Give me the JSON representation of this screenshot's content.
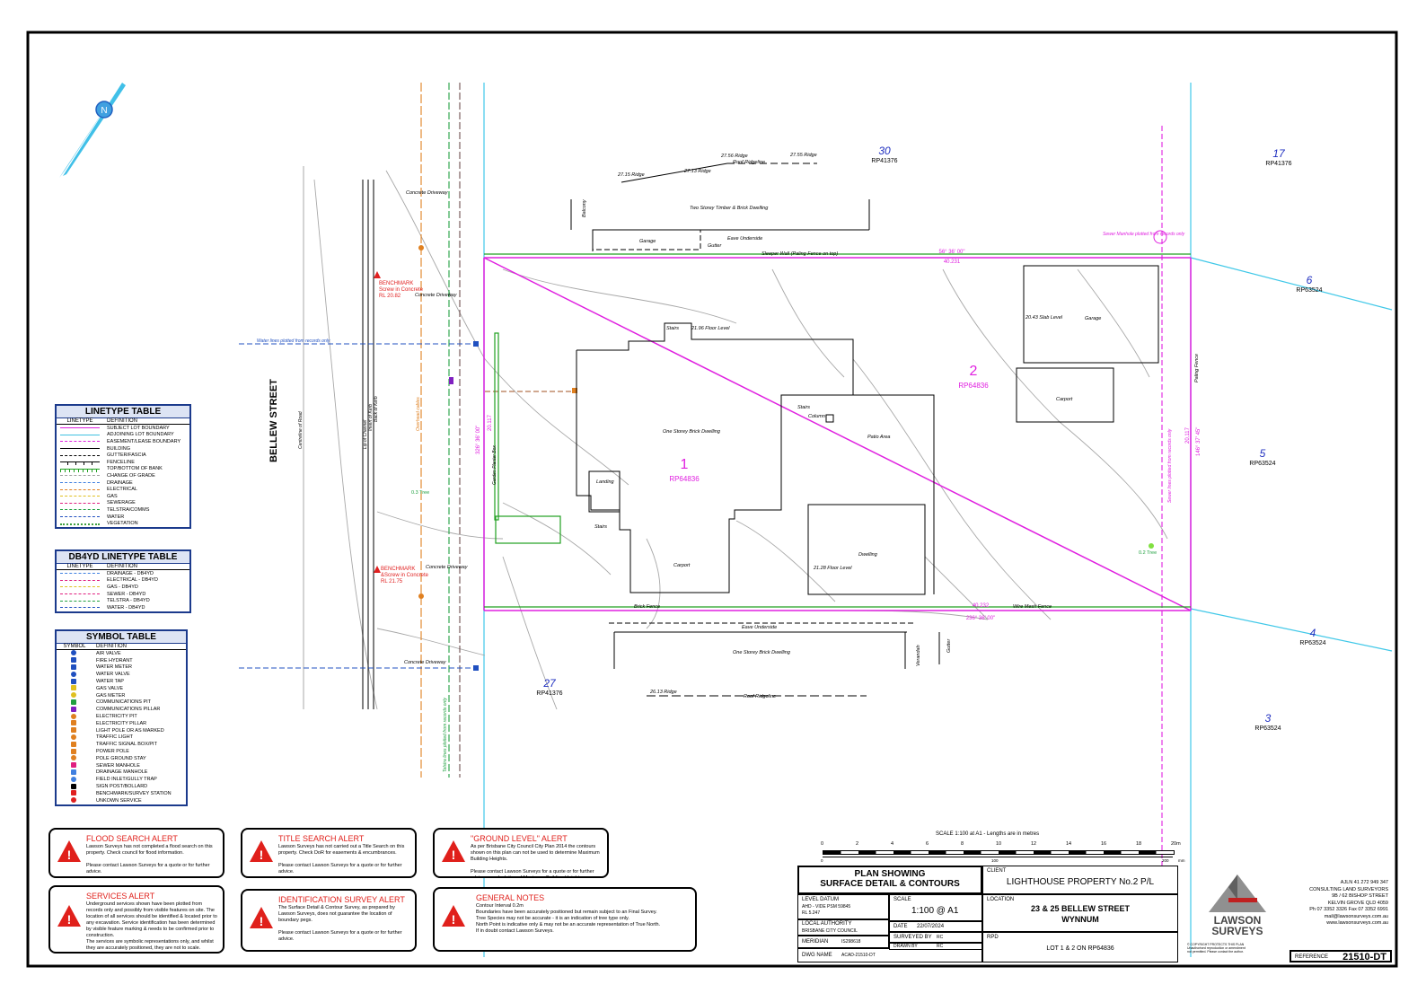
{
  "north_label": "N",
  "street": "BELLEW STREET",
  "lots": {
    "lot1": {
      "num": "1",
      "plan": "RP64836"
    },
    "lot2": {
      "num": "2",
      "plan": "RP64836"
    },
    "n30": {
      "num": "30",
      "plan": "RP41376"
    },
    "n17": {
      "num": "17",
      "plan": "RP41376"
    },
    "n6": {
      "num": "6",
      "plan": "RP63524"
    },
    "n5": {
      "num": "5",
      "plan": "RP63524"
    },
    "n4": {
      "num": "4",
      "plan": "RP63524"
    },
    "n3": {
      "num": "3",
      "plan": "RP63524"
    },
    "n27": {
      "num": "27",
      "plan": "RP41376"
    }
  },
  "boundary": {
    "top_bearing": "56° 36' 00\"",
    "top_len": "40.231",
    "bottom_bearing": "236° 36' 00\"",
    "bottom_len": "40.232",
    "left_bearing": "326° 36' 00\"",
    "left_len": "20.117",
    "right_bearing": "146° 37' 45\"",
    "right_len": "20.117"
  },
  "benchmarks": [
    {
      "title": "BENCHMARK",
      "line1": "Screw in Concrete",
      "line2": "RL 20.82"
    },
    {
      "title": "BENCHMARK",
      "line1": "&Screw in Concrete",
      "line2": "RL 21.75"
    }
  ],
  "notes": {
    "water": "Water lines plotted from records only",
    "sewer": "Sewer Manhole plotted from records only",
    "sewer_line": "Sewer lines plotted from records only",
    "telstra": "Telstra lines plotted from records only",
    "elec_overhead": "Overhead cables",
    "concrete_driveway": "Concrete Driveway",
    "centreline": "Centreline of Road",
    "lip": "Lip of Channel",
    "invert": "Invert of Kerb",
    "back": "Back of Kerb",
    "garden": "Garden Planter Box"
  },
  "labels": {
    "two_storey": "Two Storey Timber & Brick Dwelling",
    "balcony": "Balcony",
    "garage_top": "Garage",
    "gutter_top": "Gutter",
    "eave_top": "Eave Underside",
    "sleeper_wall": "Sleeper Wall (Paling Fence on top)",
    "roof_ridge_top": "Roof Ridgeline",
    "ridge_a": "27.15 Ridge",
    "ridge_b": "27.13 Ridge",
    "ridge_c": "27.56 Ridge",
    "ridge_d": "27.55 Ridge",
    "one_storey_1": "One Storey Brick Dwelling",
    "stairs1": "Stairs",
    "floor1": "21.96 Floor Level",
    "landing": "Landing",
    "stairs_lower": "Stairs",
    "carport1": "Carport",
    "patio": "Patio Area",
    "stairs2": "Stairs",
    "column": "Column",
    "dwelling2": "Dwelling",
    "floor2": "21.28 Floor Level",
    "garage2": "Garage",
    "slab": "20.43 Slab Level",
    "carport2": "Carport",
    "brick_fence": "Brick Fence",
    "wire_fence": "Wire Mesh Fence",
    "paling_fence": "Paling Fence",
    "eave_bottom": "Eave Underside",
    "one_storey_bottom": "One Storey Brick Dwelling",
    "verandah": "Verandah",
    "gutter_bottom": "Gutter",
    "roof_ridge_bottom": "Roof Ridgeline",
    "ridge_bottom": "26.13 Ridge",
    "tree1": "0.3 Tree",
    "tree2": "0.2 Tree"
  },
  "linetype_table": {
    "title": "LINETYPE TABLE",
    "col1": "LINETYPE",
    "col2": "DEFINITION",
    "rows": [
      {
        "def": "SUBJECT LOT BOUNDARY",
        "color": "#e020e0",
        "style": "solid"
      },
      {
        "def": "ADJOINING LOT BOUNDARY",
        "color": "#40c0e0",
        "style": "solid"
      },
      {
        "def": "EASEMENT/LEASE BOUNDARY",
        "color": "#e020e0",
        "style": "dash"
      },
      {
        "def": "BUILDING",
        "color": "#000000",
        "style": "solid"
      },
      {
        "def": "GUTTER/FASCIA",
        "color": "#000000",
        "style": "dash"
      },
      {
        "def": "FENCELINE",
        "color": "#000000",
        "style": "fence"
      },
      {
        "def": "TOP/BOTTOM OF BANK",
        "color": "#20a020",
        "style": "tick"
      },
      {
        "def": "CHANGE OF GRADE",
        "color": "#a0a0a0",
        "style": "dash"
      },
      {
        "def": "DRAINAGE",
        "color": "#4080e0",
        "style": "dash"
      },
      {
        "def": "ELECTRICAL",
        "color": "#e08020",
        "style": "dash"
      },
      {
        "def": "GAS",
        "color": "#e0c020",
        "style": "dash"
      },
      {
        "def": "SEWERAGE",
        "color": "#e02080",
        "style": "dash"
      },
      {
        "def": "TELSTRA/COMMS",
        "color": "#20a040",
        "style": "dash"
      },
      {
        "def": "WATER",
        "color": "#2050c0",
        "style": "dash"
      },
      {
        "def": "VEGETATION",
        "color": "#40a040",
        "style": "veg"
      }
    ]
  },
  "db4yd_table": {
    "title": "DB4YD LINETYPE TABLE",
    "col1": "LINETYPE",
    "col2": "DEFINITION",
    "rows": [
      {
        "def": "DRAINAGE - DB4YD",
        "color": "#4080e0"
      },
      {
        "def": "ELECTRICAL - DB4YD",
        "color": "#e02080"
      },
      {
        "def": "GAS - DB4YD",
        "color": "#e0c020"
      },
      {
        "def": "SEWER - DB4YD",
        "color": "#e02080"
      },
      {
        "def": "TELSTRA - DB4YD",
        "color": "#20a040"
      },
      {
        "def": "WATER - DB4YD",
        "color": "#2050c0"
      }
    ]
  },
  "symbol_table": {
    "title": "SYMBOL TABLE",
    "col1": "SYMBOL",
    "col2": "DEFINITION",
    "rows": [
      {
        "def": "AIR VALVE",
        "color": "#2050c0"
      },
      {
        "def": "FIRE HYDRANT",
        "color": "#2050c0"
      },
      {
        "def": "WATER METER",
        "color": "#2050c0"
      },
      {
        "def": "WATER VALVE",
        "color": "#2050c0"
      },
      {
        "def": "WATER TAP",
        "color": "#2050c0"
      },
      {
        "def": "GAS VALVE",
        "color": "#e0c020"
      },
      {
        "def": "GAS METER",
        "color": "#e0c020"
      },
      {
        "def": "COMMUNICATIONS PIT",
        "color": "#20a040"
      },
      {
        "def": "COMMUNICATIONS PILLAR",
        "color": "#8020c0"
      },
      {
        "def": "ELECTRICITY PIT",
        "color": "#e08020"
      },
      {
        "def": "ELECTRICITY PILLAR",
        "color": "#e08020"
      },
      {
        "def": "LIGHT POLE OR AS MARKED",
        "color": "#e08020"
      },
      {
        "def": "TRAFFIC LIGHT",
        "color": "#e08020"
      },
      {
        "def": "TRAFFIC SIGNAL BOX/PIT",
        "color": "#e08020"
      },
      {
        "def": "POWER POLE",
        "color": "#e08020"
      },
      {
        "def": "POLE GROUND STAY",
        "color": "#e08020"
      },
      {
        "def": "SEWER MANHOLE",
        "color": "#e02080"
      },
      {
        "def": "DRAINAGE MANHOLE",
        "color": "#4080e0"
      },
      {
        "def": "FIELD INLET/GULLY TRAP",
        "color": "#4080e0"
      },
      {
        "def": "SIGN POST/BOLLARD",
        "color": "#000000"
      },
      {
        "def": "BENCHMARK/SURVEY STATION",
        "color": "#e02020"
      },
      {
        "def": "UNKOWN SERVICE",
        "color": "#e02020"
      }
    ]
  },
  "alerts": [
    {
      "title": "FLOOD SEARCH ALERT",
      "body": "Lawson Surveys has not completed a flood search on this property.  Check council for flood information.\n\nPlease contact Lawson Surveys for a quote or for further advice."
    },
    {
      "title": "TITLE SEARCH ALERT",
      "body": "Lawson Surveys has not carried out a Title Search on this property.  Check DoR for easements & encumbrances.\n\nPlease contact Lawson Surveys for a quote or for further advice."
    },
    {
      "title": "\"GROUND LEVEL\" ALERT",
      "body": "As per Brisbane City Council City Plan 2014 the contours shown on this plan can not be used to determine Maximum Building Heights.\n\nPlease contact Lawson Surveys for a quote or for further advice on calculation of Maximum Building Heights."
    },
    {
      "title": "SERVICES ALERT",
      "body": "Underground services shown have been plotted from records only and possibly from visible features on site. The location of all services should be identified & located prior to any excavation. Service identification has been determined by visible feature marking & needs to be confirmed prior to construction.\nThe services are symbolic representations only, and whilst they are accurately positioned, they are not to scale."
    },
    {
      "title": "IDENTIFICATION SURVEY ALERT",
      "body": "The Surface Detail & Contour Survey, as prepared by Lawson Surveys, does not guarantee the location of boundary pegs.\n\nPlease contact Lawson Surveys for a quote or for further advice."
    },
    {
      "title": "GENERAL NOTES",
      "body": "Contour Interval 0.2m\nBoundaries have been accurately positioned but remain subject to an Final Survey.\nTree Species may not be accurate - it is an indication of tree type only.\nNorth Point is indicative only & may not be an accurate representation of True North.\nIf in doubt contact Lawson Surveys."
    }
  ],
  "scale_bar": {
    "caption": "SCALE 1:100 at A1 - Lengths are in metres",
    "ticks": [
      "0",
      "2",
      "4",
      "6",
      "8",
      "10",
      "12",
      "14",
      "16",
      "18",
      "20m"
    ],
    "mm_ticks": [
      "0",
      "100",
      "200"
    ],
    "mm_label": "mm"
  },
  "title_block": {
    "plan_title_1": "PLAN SHOWING",
    "plan_title_2": "SURFACE DETAIL & CONTOURS",
    "level_datum_label": "LEVEL DATUM",
    "level_datum_1": "AHD - VIDE PSM 59845",
    "level_datum_2": "RL 5.247",
    "local_authority_label": "LOCAL AUTHORITY",
    "local_authority": "BRISBANE CITY COUNCIL",
    "meridian_label": "MERIDIAN",
    "meridian": "IS298618",
    "dwg_label": "DWG NAME",
    "dwg": "ACAD-21510-DT",
    "scale_label": "SCALE",
    "scale": "1:100 @ A1",
    "date_label": "DATE",
    "date": "22/07/2024",
    "surveyed_label": "SURVEYED BY",
    "surveyed": "RC",
    "drawn_label": "DRAWN BY",
    "drawn": "RC",
    "client_label": "CLIENT",
    "client": "LIGHTHOUSE PROPERTY No.2 P/L",
    "location_label": "LOCATION",
    "location_1": "23 & 25 BELLEW STREET",
    "location_2": "WYNNUM",
    "rpd_label": "RPD",
    "rpd": "LOT 1 & 2 ON RP64836",
    "company_1": "LAWSON",
    "company_2": "SURVEYS",
    "abn": "AJLN 41 272 949 347",
    "consult": "CONSULTING LAND SURVEYORS",
    "addr1": "9B / 62 BISHOP STREET",
    "addr2": "KELVIN GROVE QLD 4059",
    "phone": "Ph 07 3352 3326 Fax 07 3352 6991",
    "email": "mail@lawsonsurveys.com.au",
    "web": "www.lawsonsurveys.com.au",
    "copyright": "© COPYRIGHT PROTECTS THIS PLAN\nUnauthorised reproduction or amendment\nnot permitted.  Please contact the author.",
    "reference_label": "REFERENCE",
    "reference": "21510-DT"
  },
  "colors": {
    "boundary": "#e020e0",
    "adjoining": "#40c8e8",
    "fence_green": "#20a020",
    "contour": "#a0a0a0",
    "water": "#2050c0",
    "electric": "#e08020",
    "telstra": "#20a040",
    "sewer": "#e02080",
    "red": "#e0201b"
  }
}
